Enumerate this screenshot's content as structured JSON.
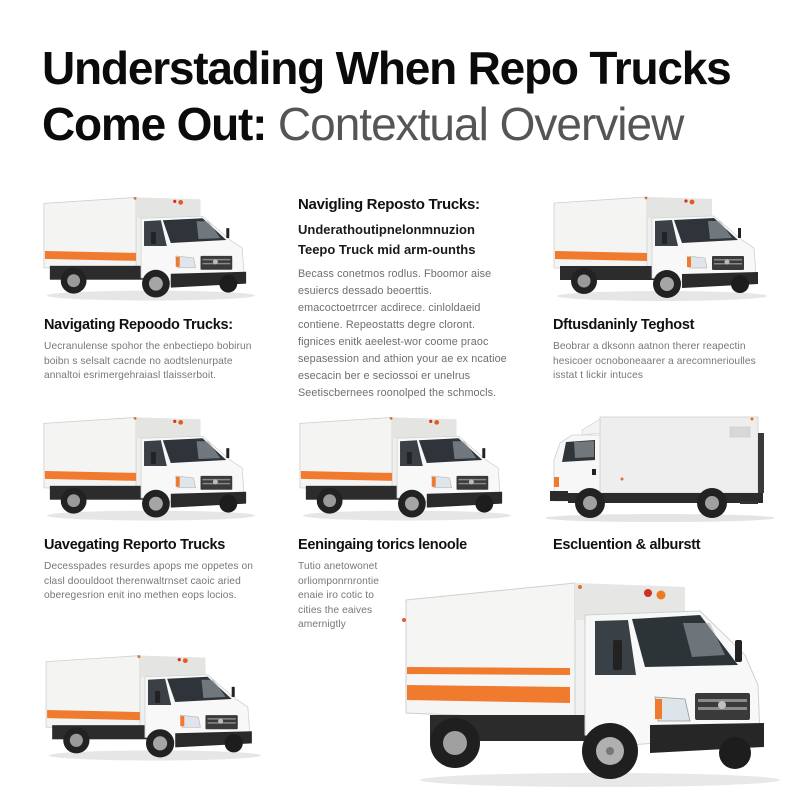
{
  "header": {
    "title_bold": "Understading When Repo Trucks Come Out:",
    "title_light": "Contextual Overview"
  },
  "colors": {
    "stripe": "#f07a2e",
    "body": "#f1f1f0",
    "cab": "#f7f7f7",
    "chassis": "#2b2b2b",
    "title_dark": "#0b0b0b",
    "title_gray": "#555555",
    "body_text": "#777777"
  },
  "sections": [
    {
      "id": "top-left",
      "heading": "Navigating Repoodo Trucks:",
      "body": "Uecranulense spohor the enbectiepo bobirun boibn s selsalt cacnde no aodtslenurpate annaltoi esrimergehraiasl tlaisserboit."
    },
    {
      "id": "top-center",
      "heading": "Navigling Reposto Trucks:",
      "subheading": "Underathoutipnelonmnuzion Teepo Truck mid arm-ounths",
      "body": "Becass conetmos rodlus. Fboomor aise esuiercs dessado beoerttis. emacoctoetrrcer acdirece. cinloldaeid contiene. Repeostatts degre cloront. fignices enitk aeelest-wor coome praoc sepasession and athion your ae ex ncatioe esecacin ber e seciossoi er unelrus Seetiscbernees roonolped the schmocls."
    },
    {
      "id": "top-right",
      "heading": "Dftusdaninly Teghost",
      "body": "Beobrar a dksonn aatnon therer reapectin hesicoer ocnoboneaarer a arecomnerioulles isstat t lickir intuces"
    },
    {
      "id": "mid-left",
      "heading": "Uavegating Reporto Trucks",
      "body": "Decesspades resurdes apops me oppetes on clasl doouldoot therenwaltrnset caoic aried oberegesrion enit ino methen eops locios."
    },
    {
      "id": "mid-center",
      "heading": "Eeningaing torics lenoole",
      "body": "Tutio anetowonet orliomponrnrontie enaie iro cotic to cities the eaives amernigtly"
    },
    {
      "id": "mid-right",
      "heading": "Escluention & alburstt"
    }
  ],
  "images": [
    {
      "id": "truck-1",
      "type": "box-truck-three-quarter",
      "stripes": 1
    },
    {
      "id": "truck-2",
      "type": "box-truck-three-quarter",
      "stripes": 1
    },
    {
      "id": "truck-3",
      "type": "box-truck-three-quarter",
      "stripes": 1
    },
    {
      "id": "truck-4",
      "type": "box-truck-three-quarter",
      "stripes": 1
    },
    {
      "id": "truck-5",
      "type": "box-truck-side",
      "stripes": 0
    },
    {
      "id": "truck-6",
      "type": "box-truck-three-quarter",
      "stripes": 1
    },
    {
      "id": "truck-7",
      "type": "box-truck-three-quarter-large",
      "stripes": 2
    }
  ]
}
